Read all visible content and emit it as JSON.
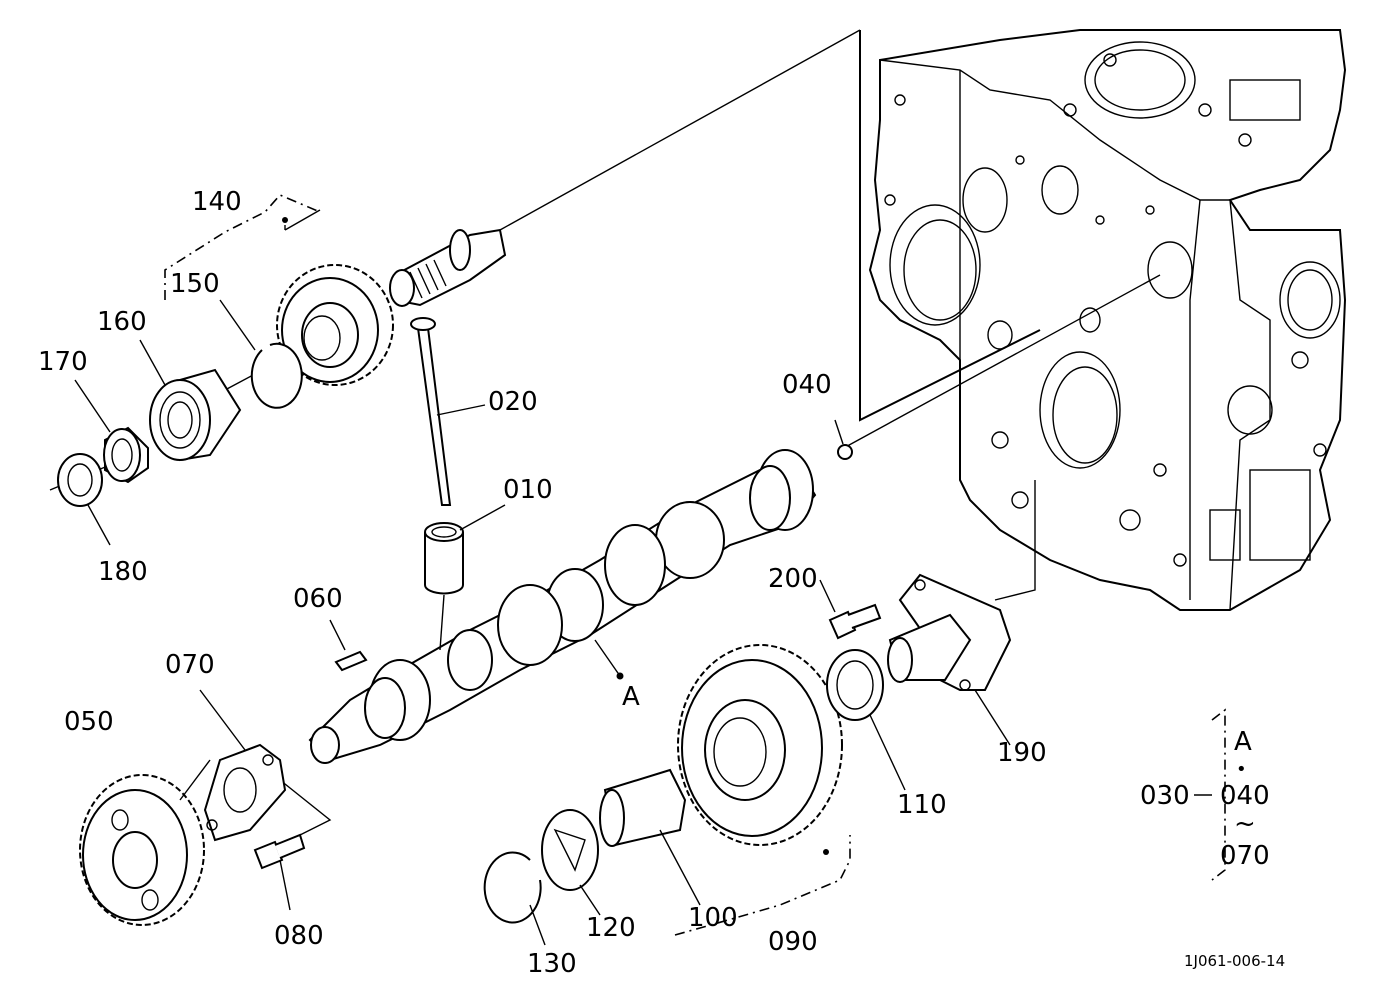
{
  "callouts": {
    "c010": "010",
    "c020": "020",
    "c030": "030",
    "c040": "040",
    "c050": "050",
    "c060": "060",
    "c070": "070",
    "c080": "080",
    "c090": "090",
    "c100": "100",
    "c110": "110",
    "c120": "120",
    "c130": "130",
    "c140": "140",
    "c150": "150",
    "c160": "160",
    "c170": "170",
    "c180": "180",
    "c190": "190",
    "c200": "200"
  },
  "marker_a": "A",
  "group_030": {
    "top": "A",
    "dot": "•",
    "from": "040",
    "tilde": "~",
    "to": "070"
  },
  "drawing_code": "1J061-006-14"
}
